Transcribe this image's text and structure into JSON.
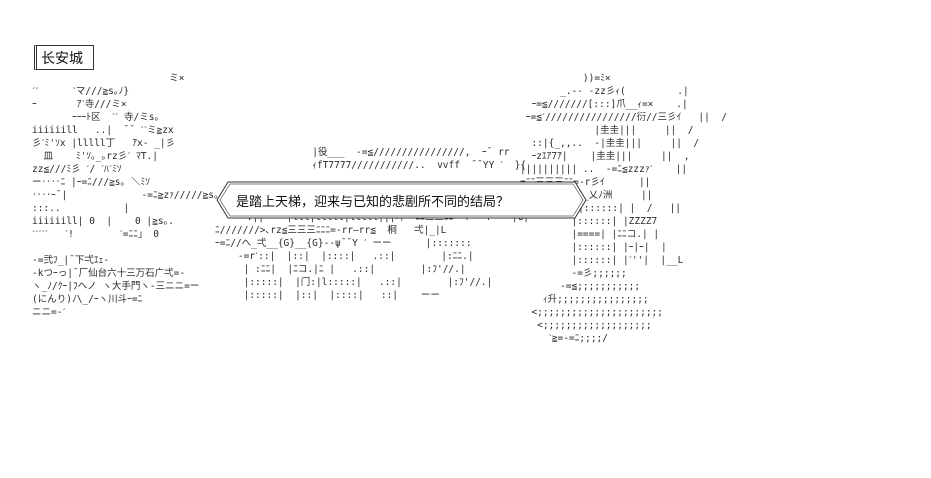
{
  "title": "长安城",
  "speech": "是踏上天梯，迎来与已知的悲剧所不同的结局？",
  "art": {
    "left": [
      "                        ミ×",
      "ˊˊ      ˋマ///≧s｡ﾉ}",
      "ｰ       ｱˊ寺///ミ×",
      "       ｰｰｰﾄ区  ˋˋ 寺/ミs｡",
      "iiiiiill   ..|  ˉˉ ˋˋミ≧zx",
      "彡ˊﾐ'ｿx |lllll丁   ｱx- _|彡",
      "  皿    ﾐ'ｿ｡_｡rz彡ˊ ﾏT.|",
      "zz≦///ﾐ彡 ˊ/ ˊﾊˊﾐｿ",
      "ー‥‥ﾆ |ｰ=ﾆ///≧s｡ ＼ﾐｿ",
      "‥‥ｰˉ|             -=ﾆ≧zｧ/////≧s｡.",
      ":::..           |",
      "iiiiiill| 0  |    0 |≧s｡.",
      "ˊˊˊˊˊ   ˊ!        ˊ=ﾆﾆ」 0",
      "",
      "-=弐ﾌ_|ˉ下弌ｴｪ-",
      "-kつｰっ|ˉ厂仙台六十三万石广弌=-",
      "ヽ_ﾉ/ｸｰ|ﾌヘノ ヽ大手門ヽ-三ニニ=ー",
      "(にんり)ﾉ\\_/ｰヽ川斗ｰ=ﾆ",
      "ニニ=-ˊ"
    ],
    "middle": [
      "                 |役___  -=≦////////////////,  ｰˉ rr",
      "                 ｨfT7777///////////..  vvff  ˉˉYY ˋ  }{",
      "",
      "",
      "",
      "     ˋ.||    |lll|lllll|lllll|||斗ｰ=ﾆﾆ三三ﾆﾆ=-rー=fˉˉ ˊ|G|",
      "ﾆ///////>､rz≦三三三ﾆﾆﾆ=-rr—rr≦  桐   弌|_|L",
      "ｰ=ﾆ//へ_弌__{G}__{G}--ψˉˉY ˊ ーー      |:::::::",
      "    -=rˊ::|  |::|  |::::|   .::|        |:ﾆﾆ.|",
      "     | :ﾆﾆ|  |ﾆコ.|ﾆ |   .::|        |:ﾌ'//.|",
      "     |:::::|  |门:|l:::::|   .::|        |:ﾌ'//.|",
      "     |:::::|  |::|  |::::|   ::|    ーー"
    ],
    "right": [
      "           ))=ﾐ×",
      "       _.-- -zz彡ｨ(         .|",
      "  ｰ=≦///////[:::]爪__ｨ=×    .|",
      " ｰ=≦ˊ////////////////衍//三彡ｲ   ||  /",
      "             |圭圭|||     ||  /",
      "  ::|{_,,..  -|圭圭|||     ||  /",
      "  ｰzｴｱ7ｱ|    |圭圭|||     ||  ,",
      "|||||||||| ..  -=ﾆ≦zzzｧˊ    ||",
      "=ﾆﾆ三三三ﾆﾆ=-r彡ｲ      ||",
      "         ___乂ﾉ洲     ||",
      "  ->ｲ厂 丁 |::::::| |  /   ||",
      "         |::::::| |ZZZZ7",
      "         |====| |ﾆﾆコ.| |",
      "         |::::::| |ｰ|ｰ|  |",
      "         |::::::| |ˊ''|  |__L",
      "         -=彡;;;;;;",
      "       -=≦;;;;;;;;;;;",
      "    ｨ升;;;;;;;;;;;;;;;;",
      "  <;;;;;;;;;;;;;;;;;;;;;;",
      "   <;;;;;;;;;;;;;;;;;;;",
      "     ˋ≧=-=ﾆ;;;;/"
    ]
  }
}
